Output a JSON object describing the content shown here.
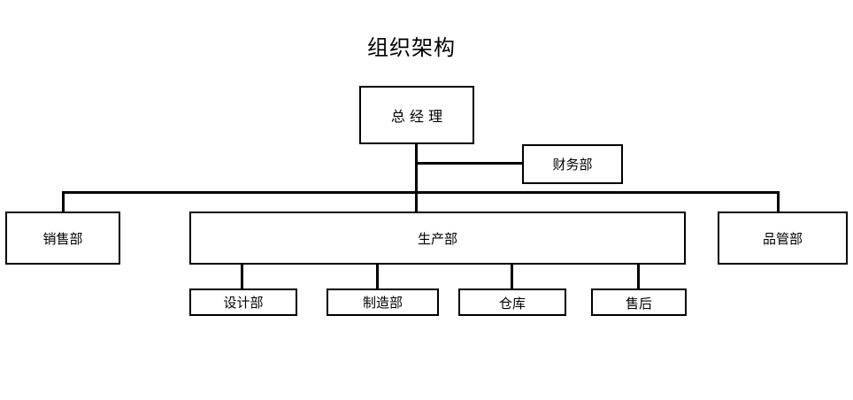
{
  "title": "组织架构",
  "nodes": {
    "ceo": "总 经 理",
    "finance": "财务部",
    "sales": "销售部",
    "production": "生产部",
    "quality": "品管部",
    "design": "设计部",
    "manufacturing": "制造部",
    "warehouse": "仓库",
    "after_sales": "售后"
  }
}
